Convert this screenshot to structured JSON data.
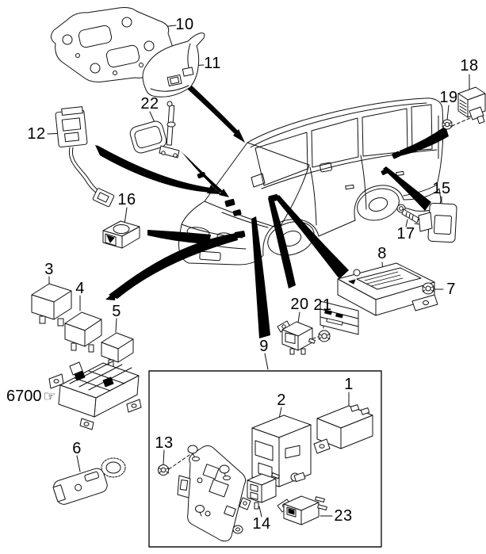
{
  "figure": {
    "kind": "vehicle-parts-location-diagram",
    "accent_color": "#000000",
    "background_color": "#ffffff"
  },
  "callouts": [
    {
      "id": "10",
      "text": "10"
    },
    {
      "id": "11",
      "text": "11"
    },
    {
      "id": "22",
      "text": "22"
    },
    {
      "id": "12",
      "text": "12"
    },
    {
      "id": "18",
      "text": "18"
    },
    {
      "id": "19",
      "text": "19"
    },
    {
      "id": "16",
      "text": "16"
    },
    {
      "id": "15",
      "text": "15"
    },
    {
      "id": "17",
      "text": "17"
    },
    {
      "id": "3",
      "text": "3"
    },
    {
      "id": "4",
      "text": "4"
    },
    {
      "id": "5",
      "text": "5"
    },
    {
      "id": "8",
      "text": "8"
    },
    {
      "id": "7",
      "text": "7"
    },
    {
      "id": "20",
      "text": "20"
    },
    {
      "id": "21",
      "text": "21"
    },
    {
      "id": "9",
      "text": "9"
    },
    {
      "id": "6",
      "text": "6"
    },
    {
      "id": "2",
      "text": "2"
    },
    {
      "id": "1",
      "text": "1"
    },
    {
      "id": "13",
      "text": "13"
    },
    {
      "id": "14",
      "text": "14"
    },
    {
      "id": "23",
      "text": "23"
    }
  ],
  "fusebox_ref": {
    "code": "6700",
    "hand_icon": "☞"
  }
}
